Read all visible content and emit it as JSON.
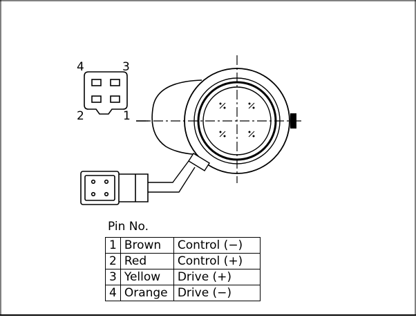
{
  "connector": {
    "pins": [
      "4",
      "3",
      "2",
      "1"
    ]
  },
  "pin_table": {
    "title": "Pin No.",
    "rows": [
      {
        "no": "1",
        "color": "Brown",
        "function": "Control (−)"
      },
      {
        "no": "2",
        "color": "Red",
        "function": "Control (+)"
      },
      {
        "no": "3",
        "color": "Yellow",
        "function": "Drive (+)"
      },
      {
        "no": "4",
        "color": "Orange",
        "function": "Drive (−)"
      }
    ]
  }
}
